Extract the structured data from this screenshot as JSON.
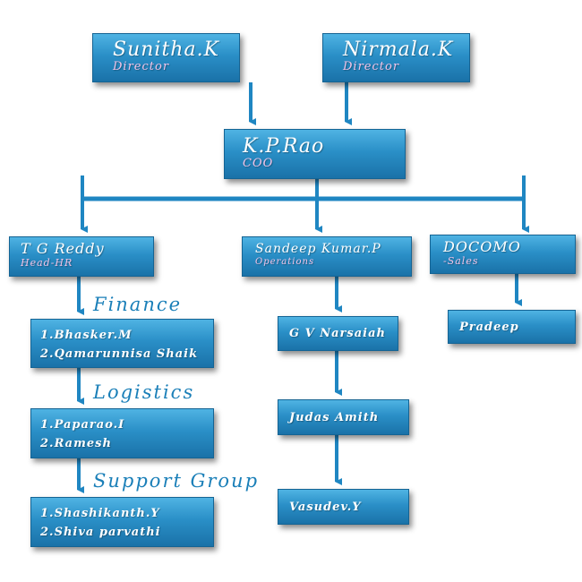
{
  "top": [
    {
      "name": "Sunitha.K",
      "role": "Director"
    },
    {
      "name": "Nirmala.K",
      "role": "Director"
    }
  ],
  "coo": {
    "name": "K.P.Rao",
    "role": "COO"
  },
  "heads": {
    "hr": {
      "name": "T G Reddy",
      "role": "Head-HR"
    },
    "ops": {
      "name": "Sandeep Kumar.P",
      "role": "Operations"
    },
    "sales": {
      "name": "DOCOMO",
      "role": "-Sales"
    }
  },
  "hr_groups": [
    {
      "heading": "Finance",
      "members": [
        "1.Bhasker.M",
        "2.Qamarunnisa Shaik"
      ]
    },
    {
      "heading": "Logistics",
      "members": [
        "1.Paparao.I",
        "2.Ramesh"
      ]
    },
    {
      "heading": "Support Group",
      "members": [
        "1.Shashikanth.Y",
        "2.Shiva parvathi"
      ]
    }
  ],
  "ops_chain": [
    "G V Narsaiah",
    "Judas Amith",
    "Vasudev.Y"
  ],
  "sales_member": "Pradeep",
  "colors": {
    "box": "#2a8fc7",
    "connector": "#1f86c2",
    "heading": "#1a7fb8",
    "role": "#f2c3e6"
  }
}
